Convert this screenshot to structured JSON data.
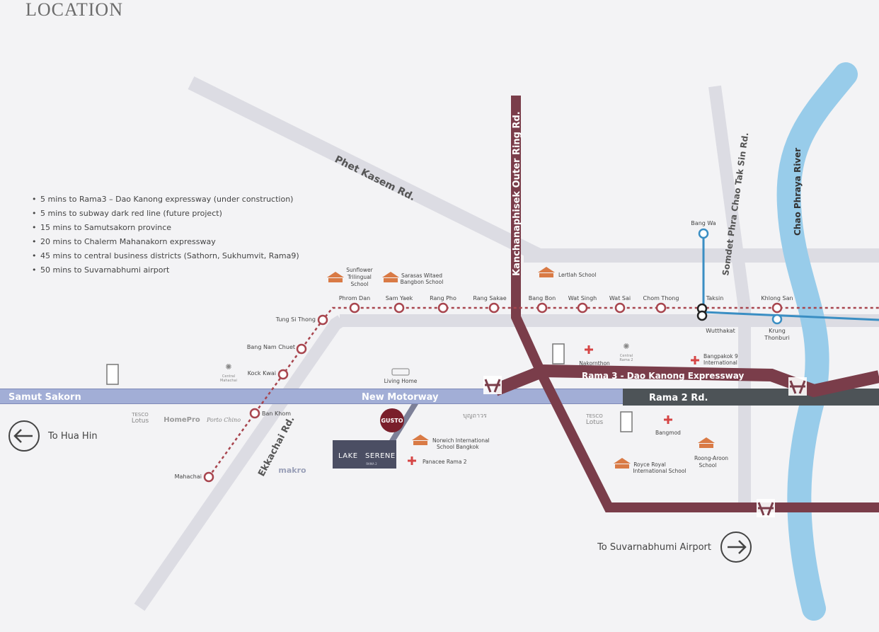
{
  "title": "LOCATION",
  "highlights": [
    "5  mins to Rama3 – Dao Kanong expressway (under construction)",
    "5  mins to subway dark red line (future project)",
    "15 mins to Samutsakorn province",
    "20 mins to Chalerm Mahanakorn expressway",
    "45 mins to central business districts (Sathorn, Sukhumvit, Rama9)",
    "50 mins to Suvarnabhumi airport"
  ],
  "roads": {
    "phet_kasem": "Phet Kasem Rd.",
    "kanchanaphisek": "Kanchanaphisek Outer Ring Rd.",
    "somdet": "Somdet Phra Chao Tak Sin Rd.",
    "river": "Chao Phraya River",
    "samut_sakorn": "Samut Sakorn",
    "new_motorway": "New Motorway",
    "rama2": "Rama 2 Rd.",
    "rama3": "Rama 3 - Dao Kanong Expressway",
    "ekkachai": "Ekkachai Rd."
  },
  "stations": {
    "phrom_dan": "Phrom Dan",
    "sam_yaek": "Sam Yaek",
    "rang_pho": "Rang Pho",
    "rang_sakae": "Rang Sakae",
    "bang_bon": "Bang Bon",
    "wat_singh": "Wat Singh",
    "wat_sai": "Wat Sai",
    "chom_thong": "Chom Thong",
    "taksin": "Taksin",
    "khlong_san": "Khlong San",
    "bang_wa": "Bang Wa",
    "wutthakat": "Wutthakat",
    "krung_thonburi_1": "Krung",
    "krung_thonburi_2": "Thonburi",
    "tung_si_thong": "Tung Si Thong",
    "bang_nam_chuet": "Bang Nam Chuet",
    "kock_kwai": "Kock Kwai",
    "ban_khom": "Ban Khom",
    "mahachai": "Mahachai"
  },
  "places": {
    "sunflower_1": "Sunflower",
    "sunflower_2": "Trilingual",
    "sunflower_3": "School",
    "sarasas_1": "Sarasas Witaed",
    "sarasas_2": "Bangbon School",
    "lertlah": "Lertlah School",
    "living_home": "Living Home",
    "nakornthon": "Nakornthon",
    "central_1": "Central",
    "central_2": "Rama 2",
    "bangpakok_1": "Bangpakok 9",
    "bangpakok_2": "International",
    "norwich_1": "Norwich International",
    "norwich_2": "School Bangkok",
    "panacee": "Panacee Rama 2",
    "bangmod": "Bangmod",
    "royce_1": "Royce Royal",
    "royce_2": "International School",
    "roong_1": "Roong-Aroon",
    "roong_2": "School",
    "tesco_1": "TESCO",
    "tesco_2": "Lotus",
    "homepro": "HomePro",
    "porto_chino": "Porto Chino",
    "makro": "makro",
    "thai_sign": "บุญถาวร",
    "central_mahachai_1": "Central",
    "central_mahachai_2": "Mahachai",
    "gusto": "GUSTO",
    "project_left": "LAKE",
    "project_right": "SERENE",
    "project_sub": "RAMA 2"
  },
  "directions": {
    "hua_hin": "To Hua Hin",
    "airport": "To Suvarnabhumi Airport"
  },
  "colors": {
    "background": "#f3f3f5",
    "road": "#dcdce3",
    "expressway": "#7a3d4a",
    "motorway": "#a2aed6",
    "rama2": "#4d5357",
    "red_line": "#a8454e",
    "blue_line": "#3a8ec3",
    "river": "#98ccea",
    "school_icon": "#d97a45",
    "hospital_icon": "#d64545",
    "project_box": "#4b4e63",
    "gusto": "#7a1f2b"
  }
}
